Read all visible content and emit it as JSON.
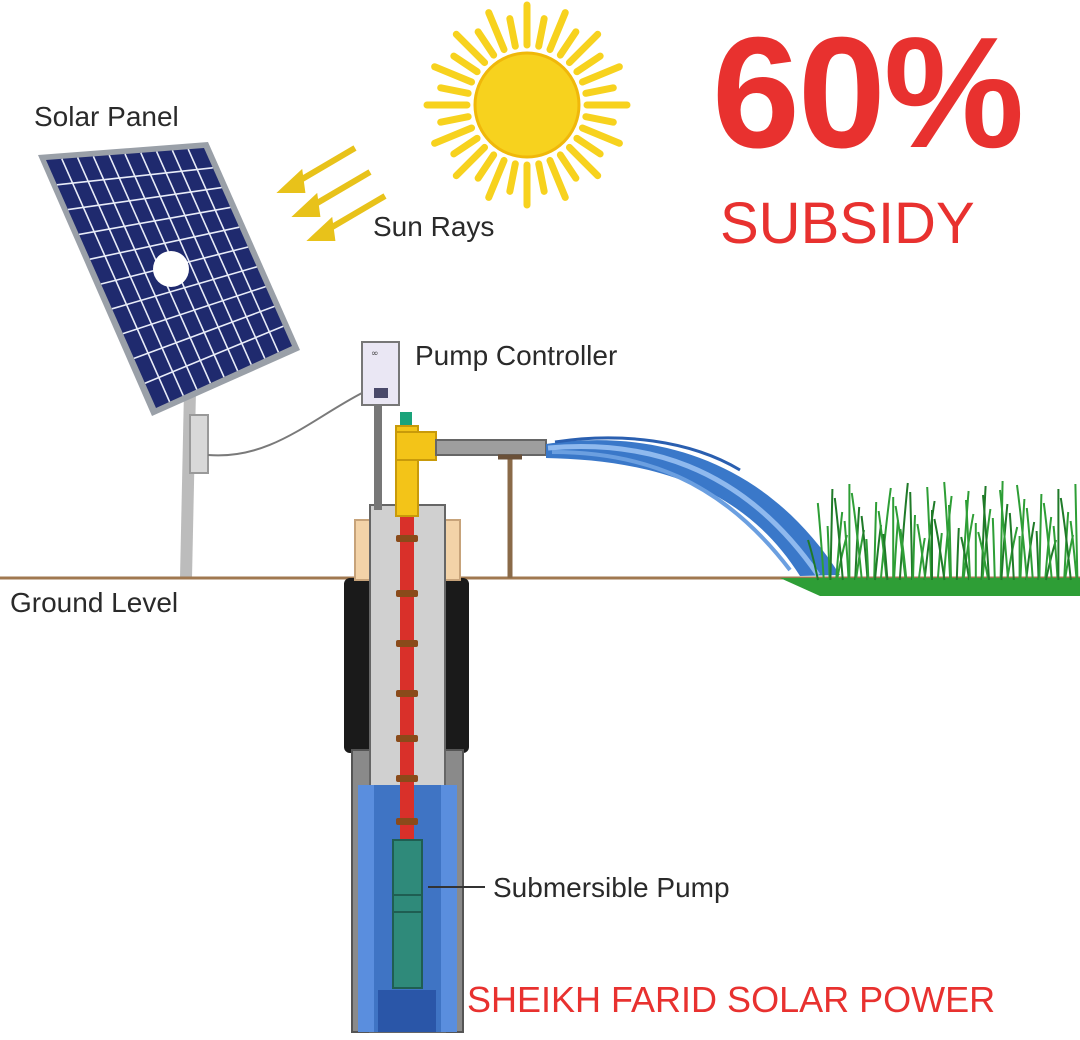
{
  "promo": {
    "percent": "60%",
    "subsidy": "SUBSIDY",
    "company": "SHEIKH FARID SOLAR POWER",
    "color": "#e8312f"
  },
  "labels": {
    "solar_panel": "Solar Panel",
    "sun_rays": "Sun Rays",
    "pump_controller": "Pump Controller",
    "ground_level": "Ground Level",
    "submersible_pump": "Submersible Pump"
  },
  "colors": {
    "panel": "#1f2a6e",
    "sun": "#f7d21e",
    "water": "#3a78c9",
    "grass": "#2e9e36",
    "pipe_red": "#d9302a",
    "pipe_yellow": "#f3c418"
  }
}
